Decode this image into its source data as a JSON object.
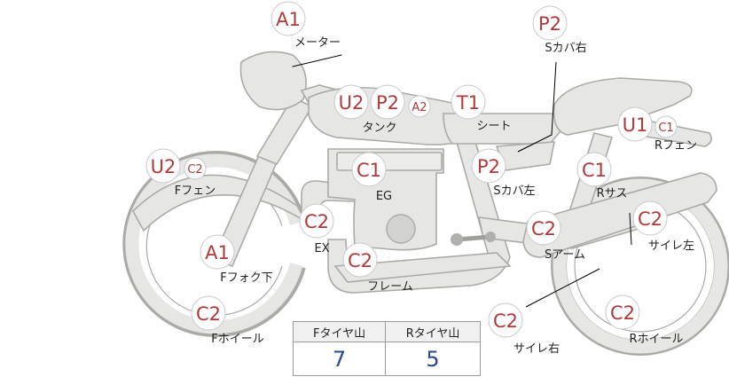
{
  "parts": [
    {
      "id": "meter",
      "label": "メーター",
      "ranks": [
        "A1"
      ]
    },
    {
      "id": "s-cover-right",
      "label": "Sカバ右",
      "ranks": [
        "P2"
      ]
    },
    {
      "id": "tank",
      "label": "タンク",
      "ranks": [
        "U2",
        "P2",
        "A2"
      ]
    },
    {
      "id": "seat",
      "label": "シート",
      "ranks": [
        "T1"
      ]
    },
    {
      "id": "r-fender",
      "label": "Rフェン",
      "ranks": [
        "U1",
        "C1"
      ]
    },
    {
      "id": "f-fender",
      "label": "Fフェン",
      "ranks": [
        "U2",
        "C2"
      ]
    },
    {
      "id": "engine",
      "label": "EG",
      "ranks": [
        "C1"
      ]
    },
    {
      "id": "s-cover-left",
      "label": "Sカバ左",
      "ranks": [
        "P2"
      ]
    },
    {
      "id": "r-suspension",
      "label": "Rサス",
      "ranks": [
        "C1"
      ]
    },
    {
      "id": "exhaust",
      "label": "EX",
      "ranks": [
        "C2"
      ]
    },
    {
      "id": "swing-arm",
      "label": "Sアーム",
      "ranks": [
        "C2"
      ]
    },
    {
      "id": "silencer-left",
      "label": "サイレ左",
      "ranks": [
        "C2"
      ]
    },
    {
      "id": "f-fork-lower",
      "label": "Fフォク下",
      "ranks": [
        "A1"
      ]
    },
    {
      "id": "frame",
      "label": "フレーム",
      "ranks": [
        "C2"
      ]
    },
    {
      "id": "f-wheel",
      "label": "Fホイール",
      "ranks": [
        "C2"
      ]
    },
    {
      "id": "silencer-right",
      "label": "サイレ右",
      "ranks": [
        "C2"
      ]
    },
    {
      "id": "r-wheel",
      "label": "Rホイール",
      "ranks": [
        "C2"
      ]
    }
  ],
  "tire_tread": {
    "front_label": "Fタイヤ山",
    "rear_label": "Rタイヤ山",
    "front_value": "7",
    "rear_value": "5"
  },
  "colors": {
    "rank_text": "#b03a3a",
    "tread_value": "#2a4a8c",
    "bike_fill": "#e6e6e4",
    "bike_outline": "#aaaaa6"
  }
}
